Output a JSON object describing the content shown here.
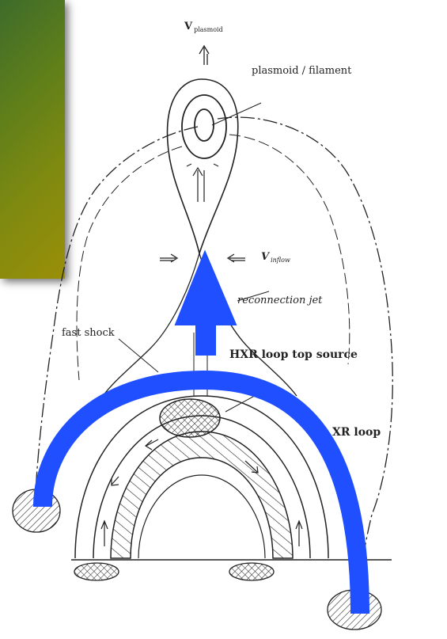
{
  "labels": {
    "v_plasmoid_main": "V",
    "v_plasmoid_sub": "plasmoid",
    "plasmoid_filament": "plasmoid / filament",
    "v_inflow_main": "V",
    "v_inflow_sub": "inflow",
    "reconnection_jet": "reconnection jet",
    "fast_shock": "fast shock",
    "hxr_loop_top_source": "HXR loop top source",
    "hxr_loop": "XR loop"
  },
  "colors": {
    "panel": "#6f8518",
    "ink": "#222222",
    "overlay_blue": "#1f4fff"
  }
}
